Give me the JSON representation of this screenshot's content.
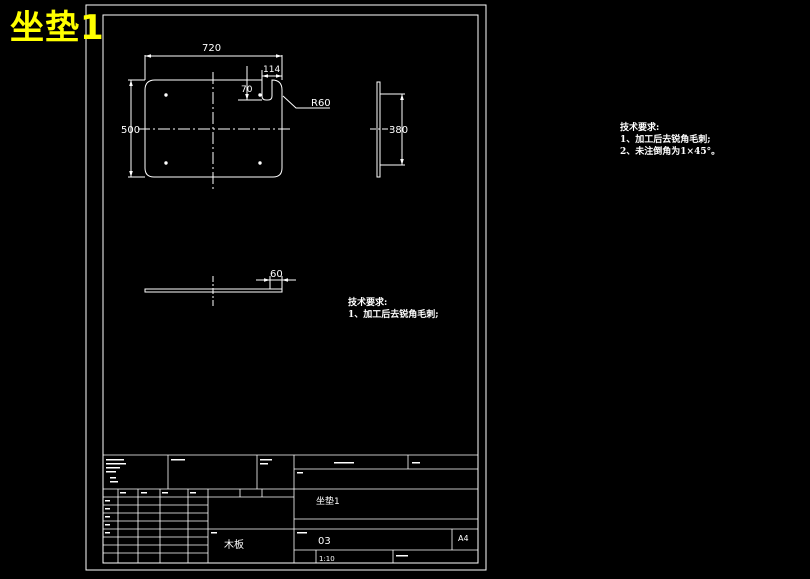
{
  "drawing_title": "坐垫1",
  "dimensions": {
    "width": "720",
    "notch_width": "114",
    "notch_depth": "70",
    "corner_radius": "R60",
    "height": "500",
    "side_height": "380",
    "thickness": "60"
  },
  "technical_requirements_right": {
    "heading": "技术要求:",
    "items": [
      "1、加工后去锐角毛刺;",
      "2、未注倒角为1×45°。"
    ]
  },
  "technical_requirements_center": {
    "heading": "技术要求:",
    "items": [
      "1、加工后去锐角毛刺;"
    ]
  },
  "title_block": {
    "part_name": "坐垫1",
    "material": "木板",
    "drawing_number": "03",
    "sheet_size": "A4",
    "scale": "1:10"
  },
  "colors": {
    "background": "#000000",
    "lines": "#ffffff",
    "title": "#ffff00"
  }
}
